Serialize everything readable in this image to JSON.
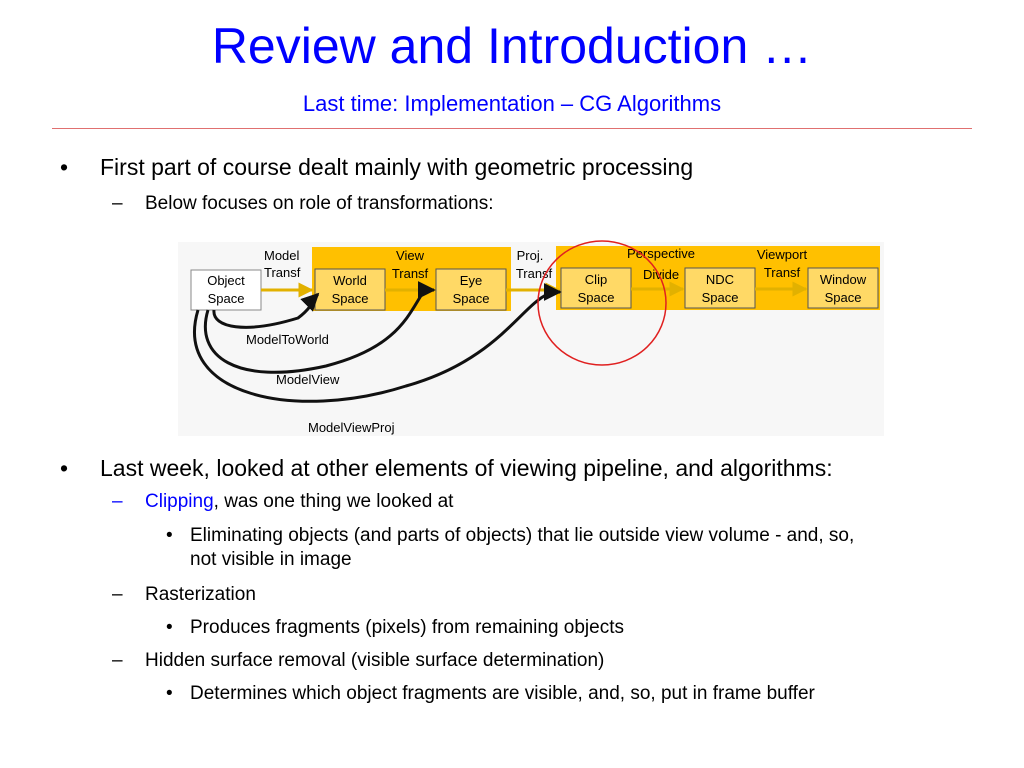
{
  "slide": {
    "title": "Review and Introduction …",
    "subtitle": "Last time: Implementation – CG Algorithms"
  },
  "bullets": {
    "b1": {
      "marker": "•",
      "text": "First part of course dealt mainly with geometric processing"
    },
    "b1_1": {
      "marker": "–",
      "text": "Below focuses on role of transformations:"
    },
    "b2": {
      "marker": "•",
      "text": "Last week, looked at other elements of viewing pipeline, and algorithms:"
    },
    "b2_1": {
      "marker": "–",
      "highlight": "Clipping",
      "rest": ", was one thing we looked at"
    },
    "b2_1_1": {
      "marker": "•",
      "line1": "Eliminating objects (and parts of objects) that lie outside view volume - and, so,",
      "line2": "not visible in image"
    },
    "b2_2": {
      "marker": "–",
      "text": "Rasterization"
    },
    "b2_2_1": {
      "marker": "•",
      "text": "Produces fragments (pixels) from remaining objects"
    },
    "b2_3": {
      "marker": "–",
      "text": "Hidden surface removal (visible surface determination)"
    },
    "b2_3_1": {
      "marker": "•",
      "text": "Determines which object fragments are visible, and, so, put in frame buffer"
    }
  },
  "diagram": {
    "boxes": {
      "object": [
        "Object",
        "Space"
      ],
      "world": [
        "World",
        "Space"
      ],
      "eye": [
        "Eye",
        "Space"
      ],
      "clip": [
        "Clip",
        "Space"
      ],
      "ndc": [
        "NDC",
        "Space"
      ],
      "window": [
        "Window",
        "Space"
      ]
    },
    "transforms": {
      "model": [
        "Model",
        "Transf"
      ],
      "view": [
        "View",
        "Transf"
      ],
      "proj": [
        "Proj.",
        "Transf"
      ],
      "perspective": [
        "Perspective",
        "Divide"
      ],
      "viewport": [
        "Viewport",
        "Transf"
      ]
    },
    "curves": {
      "model_to_world": "ModelToWorld",
      "model_view": "ModelView",
      "model_view_proj": "ModelViewProj"
    },
    "colors": {
      "band": "#ffc000",
      "box_fill": "#ffd966",
      "arrow": "#e2b100",
      "circle": "#e02020",
      "text_blue": "#0000ff"
    }
  }
}
